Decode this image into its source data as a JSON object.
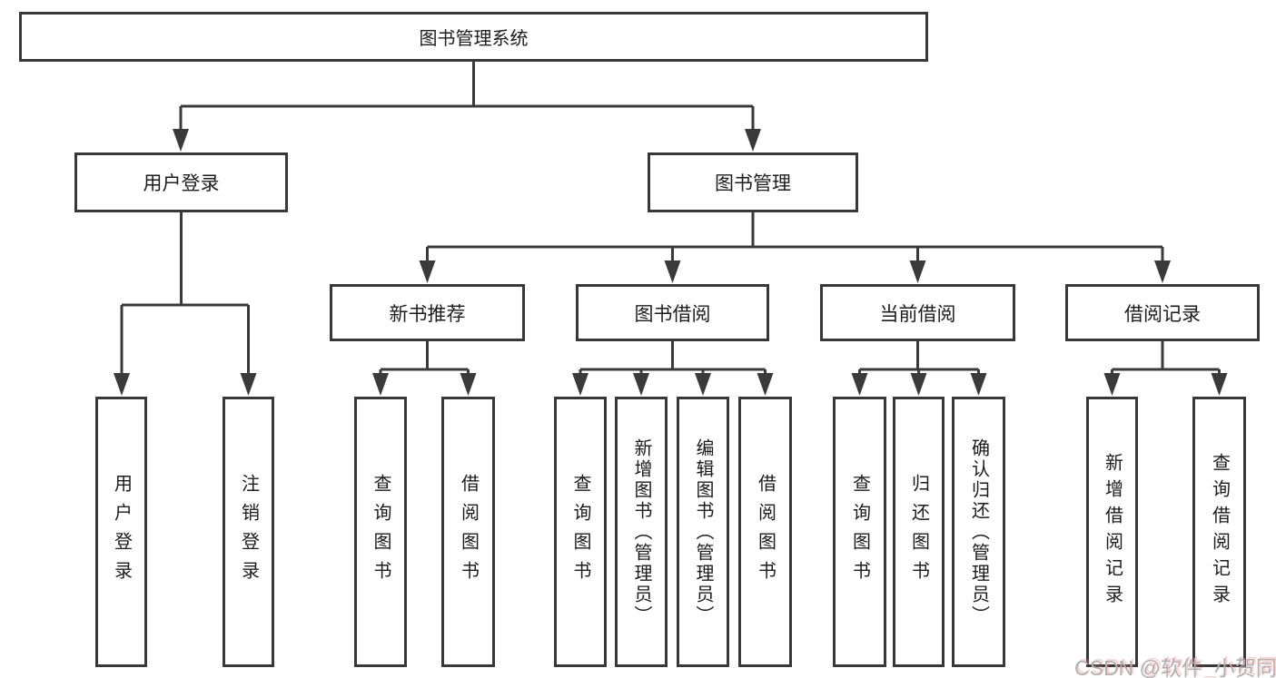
{
  "tree": {
    "root": {
      "label": "图书管理系统"
    },
    "branches": [
      {
        "label": "用户登录",
        "children": [
          {
            "label": "用户登录"
          },
          {
            "label": "注销登录"
          }
        ]
      },
      {
        "label": "图书管理",
        "children": [
          {
            "label": "新书推荐",
            "children": [
              {
                "label": "查询图书"
              },
              {
                "label": "借阅图书"
              }
            ]
          },
          {
            "label": "图书借阅",
            "children": [
              {
                "label": "查询图书"
              },
              {
                "label": "新增图书（管理员）"
              },
              {
                "label": "编辑图书（管理员）"
              },
              {
                "label": "借阅图书"
              }
            ]
          },
          {
            "label": "当前借阅",
            "children": [
              {
                "label": "查询图书"
              },
              {
                "label": "归还图书"
              },
              {
                "label": "确认归还（管理员）"
              }
            ]
          },
          {
            "label": "借阅记录",
            "children": [
              {
                "label": "新增借阅记录"
              },
              {
                "label": "查询借阅记录"
              }
            ]
          }
        ]
      }
    ]
  },
  "watermark": {
    "text": "CSDN @软件_小贺同学"
  },
  "colors": {
    "line": "#3a3a3a",
    "border": "#383838",
    "text": "#1c1c1c",
    "watermark": "#b0b0b0",
    "background": "#ffffff"
  }
}
